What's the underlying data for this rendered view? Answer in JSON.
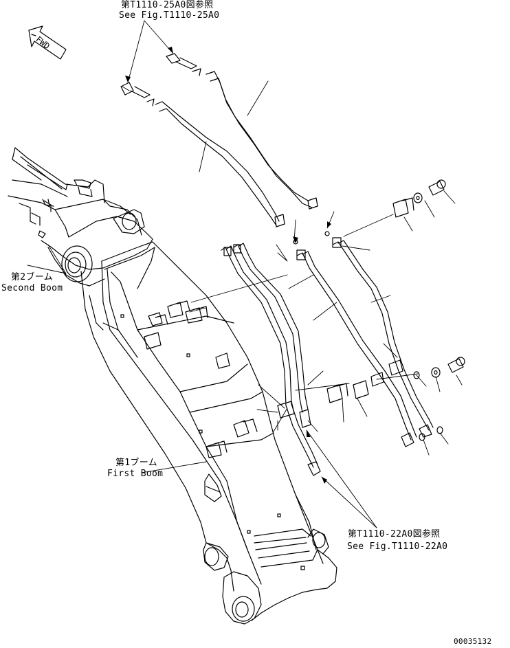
{
  "labels": {
    "ref_top_jp": "第T1110-25A0図参照",
    "ref_top_en": "See Fig.T1110-25A0",
    "second_boom_jp": "第2ブーム",
    "second_boom_en": "Second Boom",
    "first_boom_jp": "第1ブーム",
    "first_boom_en": "First Boom",
    "ref_bottom_jp": "第T1110-22A0図参照",
    "ref_bottom_en": "See Fig.T1110-22A0",
    "fwd": "FWD",
    "drawing_number": "00035132"
  }
}
